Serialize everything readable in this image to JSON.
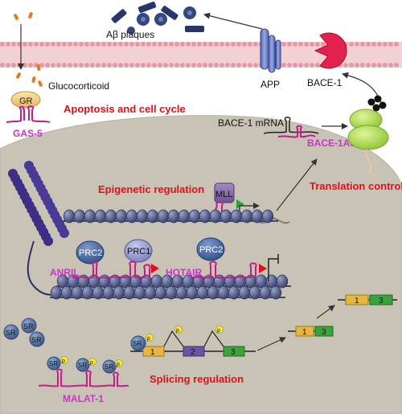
{
  "labels": {
    "abeta": "Aβ plaques",
    "glucocorticoid": "Glucocorticoid",
    "gr": "GR",
    "gas5": "GAS-5",
    "apoptosis": "Apoptosis and cell cycle",
    "app": "APP",
    "bace1": "BACE-1",
    "bace1_mrna": "BACE-1 mRNA",
    "bace1as": "BACE-1AS",
    "translation": "Translation control",
    "epigenetic": "Epigenetic regulation",
    "mll": "MLL",
    "prc2_left": "PRC2",
    "prc1": "PRC1",
    "prc2_right": "PRC2",
    "anril": "ANRIL",
    "hotair": "HOTAIR",
    "sr": "SR",
    "p": "p",
    "malat1": "MALAT-1",
    "splicing": "Splicing regulation",
    "exon1": "1",
    "exon2": "2",
    "exon3": "3"
  },
  "colors": {
    "title_red": "#e0101a",
    "lncrna_magenta": "#c21e8c",
    "lncrna_label": "#cc33cc",
    "nucleus": "#c9c3b5",
    "membrane_pink": "#f2d0d3",
    "nucleosome": "#5f6896",
    "exon_yellow": "#e6b640",
    "exon_purple": "#6a54a8",
    "exon_green": "#3ca23e",
    "bace_red": "#e3214f",
    "ribosome_green": "#b5de57"
  }
}
